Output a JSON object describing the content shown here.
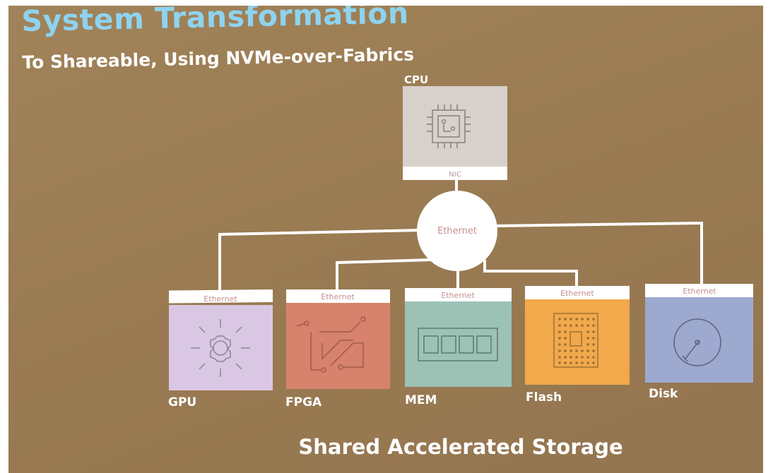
{
  "slide": {
    "title": "System Transformation",
    "subtitle": "To Shareable, Using NVMe-over-Fabrics",
    "footer": "Shared Accelerated Storage"
  },
  "cpu": {
    "label": "CPU",
    "nic_label": "NIC",
    "icon": "cpu-chip-icon"
  },
  "hub": {
    "label": "Ethernet"
  },
  "devices": [
    {
      "label": "GPU",
      "port_label": "Ethernet",
      "icon": "gear-icon",
      "color": "#d9c7e4"
    },
    {
      "label": "FPGA",
      "port_label": "Ethernet",
      "icon": "circuit-icon",
      "color": "#d6826d"
    },
    {
      "label": "MEM",
      "port_label": "Ethernet",
      "icon": "memory-module-icon",
      "color": "#9cc2b6"
    },
    {
      "label": "Flash",
      "port_label": "Ethernet",
      "icon": "flash-chip-icon",
      "color": "#f0a94b"
    },
    {
      "label": "Disk",
      "port_label": "Ethernet",
      "icon": "disk-icon",
      "color": "#9da9cf"
    }
  ],
  "colors": {
    "title": "#8ed3ef",
    "background": "#9a7b52",
    "line": "#ffffff",
    "port_text": "#c48f8f"
  }
}
